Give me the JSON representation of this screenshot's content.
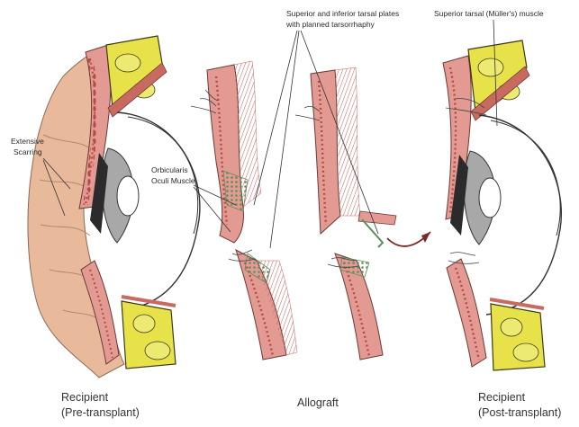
{
  "annotations": {
    "scarring_line1": "Extensive",
    "scarring_line2": "Scarring",
    "orbicularis_line1": "Orbicularis",
    "orbicularis_line2": "Oculi Muscle",
    "tarsal_line1": "Superior and inferior tarsal plates",
    "tarsal_line2": "with planned tarsorrhaphy",
    "muller": "Superior tarsal (Müller's) muscle"
  },
  "captions": {
    "left_line1": "Recipient",
    "left_line2": "(Pre-transplant)",
    "middle": "Allograft",
    "right_line1": "Recipient",
    "right_line2": "(Post-transplant)"
  },
  "colors": {
    "skin": "#e8b99b",
    "tissue": "#e39a93",
    "muscle_dots": "#b54a44",
    "fat": "#e7e24a",
    "fat_outline": "#3d3a1a",
    "tarsal_green": "#5c8f5e",
    "eye_gray": "#a8a8a8",
    "scar": "#d8c49a",
    "arrow": "#7a2a2a"
  }
}
